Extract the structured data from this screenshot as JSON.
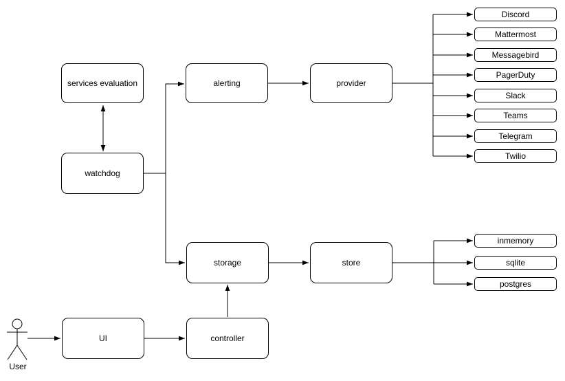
{
  "diagram": {
    "colors": {
      "background": "#ffffff",
      "stroke": "#000000",
      "box_fill": "#ffffff",
      "text": "#000000"
    },
    "nodes": {
      "services_evaluation": {
        "label": "services evaluation"
      },
      "watchdog": {
        "label": "watchdog"
      },
      "alerting": {
        "label": "alerting"
      },
      "provider": {
        "label": "provider"
      },
      "storage": {
        "label": "storage"
      },
      "store": {
        "label": "store"
      },
      "ui": {
        "label": "UI"
      },
      "controller": {
        "label": "controller"
      }
    },
    "provider_children": [
      "Discord",
      "Mattermost",
      "Messagebird",
      "PagerDuty",
      "Slack",
      "Teams",
      "Telegram",
      "Twilio"
    ],
    "store_children": [
      "inmemory",
      "sqlite",
      "postgres"
    ],
    "actor": {
      "label": "User"
    }
  }
}
